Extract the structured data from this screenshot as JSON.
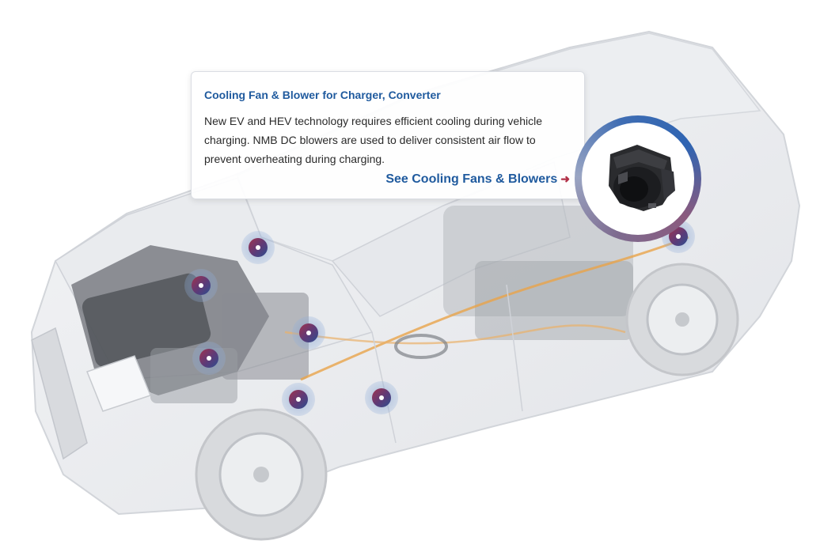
{
  "tooltip": {
    "title": "Cooling Fan & Blower for Charger, Converter",
    "description": "New EV and HEV technology requires efficient cooling during vehicle charging. NMB DC blowers are used to deliver consistent air flow to prevent overheating during charging.",
    "link_label": "See Cooling Fans & Blowers",
    "link_arrow": "➜"
  },
  "colors": {
    "accent_blue": "#1f5a9e",
    "accent_red": "#b13047",
    "hotspot_gradient": [
      "#a0334e",
      "#5c3a78",
      "#2d4f8f"
    ]
  },
  "icons": {
    "hotspot": "target-dot-icon",
    "product": "dc-blower-icon"
  }
}
